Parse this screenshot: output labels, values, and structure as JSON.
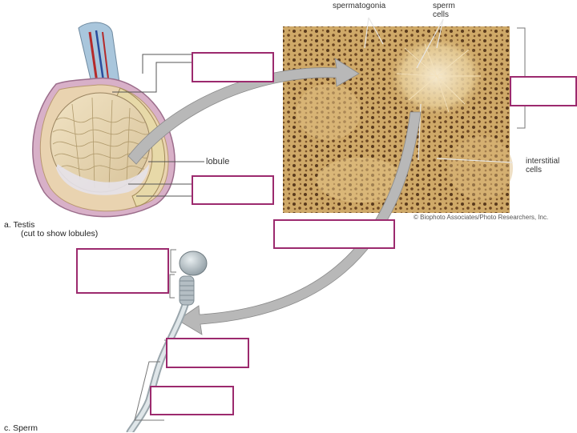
{
  "labels": {
    "spermatogonia": "spermatogonia",
    "sperm_cells": "sperm\ncells",
    "lobule": "lobule",
    "interstitial_cells": "interstitial\ncells",
    "credit": "© Biophoto Associates/Photo Researchers, Inc.",
    "caption_a_line1": "a. Testis",
    "caption_a_line2": "(cut to show lobules)",
    "caption_c": "c. Sperm"
  },
  "colors": {
    "blank_border": "#9c2a6e",
    "arrow_fill": "#b8b8b8",
    "micrograph_base": "#c9a466"
  },
  "blanks": [
    {
      "name": "blank-label-top-left"
    },
    {
      "name": "blank-label-right"
    },
    {
      "name": "blank-label-mid-left"
    },
    {
      "name": "blank-label-mid-center"
    },
    {
      "name": "blank-label-sperm-head"
    },
    {
      "name": "blank-label-sperm-middle"
    },
    {
      "name": "blank-label-sperm-tail"
    }
  ]
}
